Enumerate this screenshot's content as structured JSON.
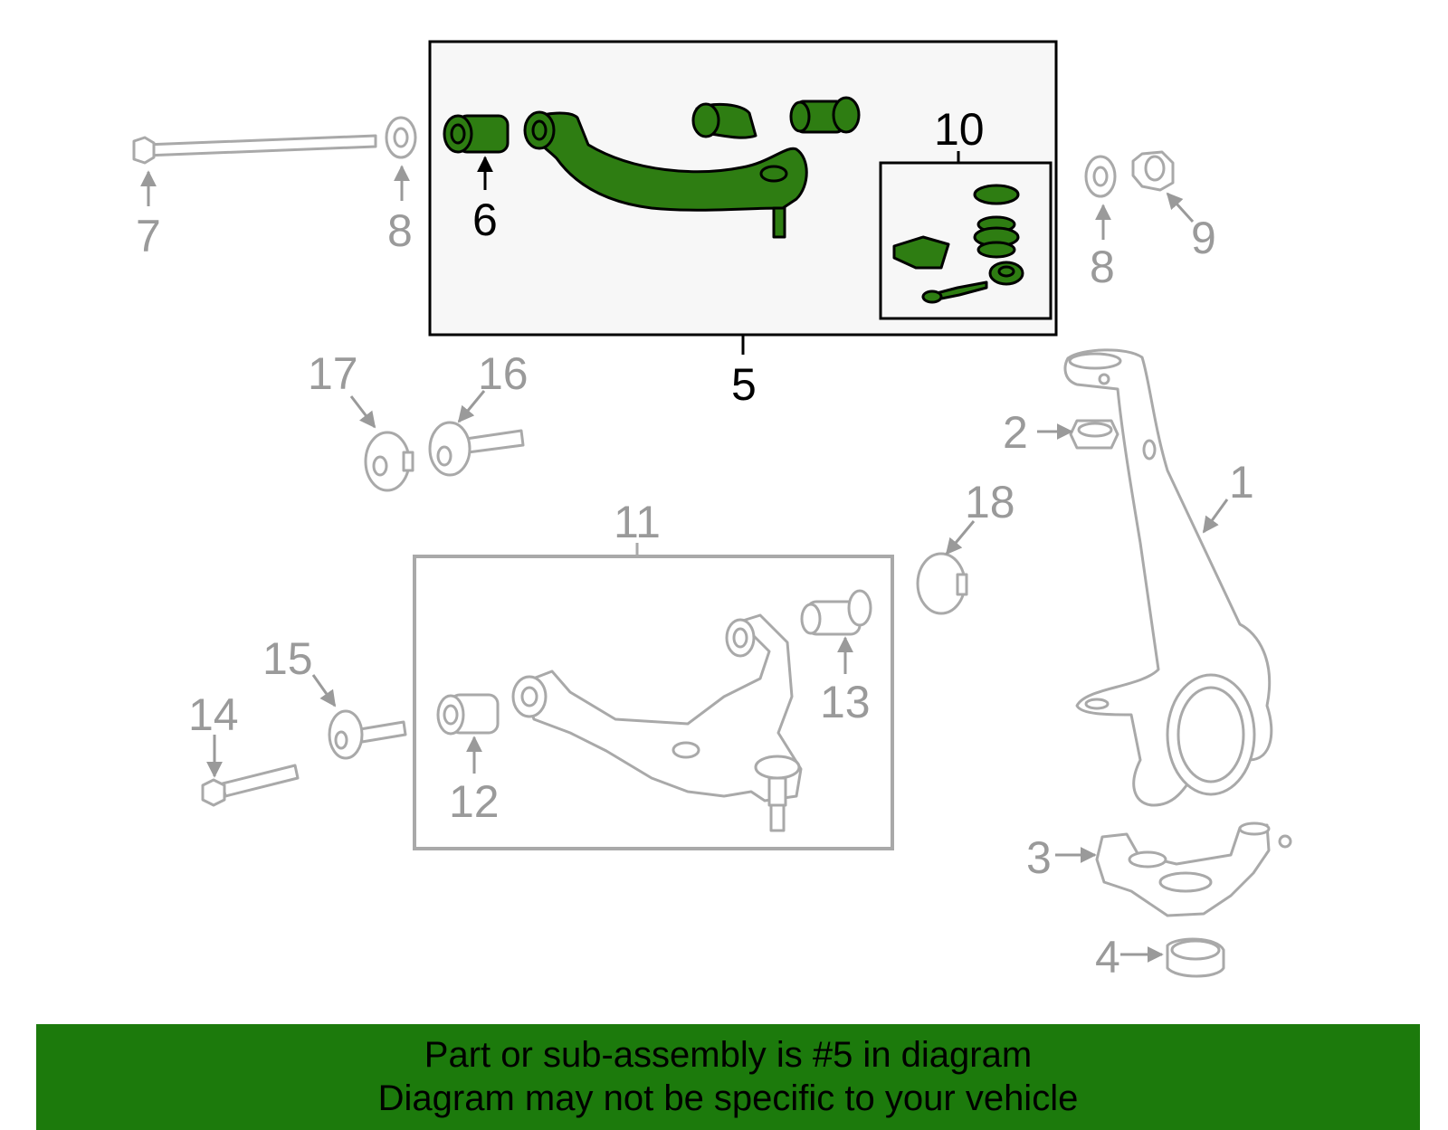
{
  "callouts": {
    "c1": "1",
    "c2": "2",
    "c3": "3",
    "c4": "4",
    "c5": "5",
    "c6": "6",
    "c7": "7",
    "c8a": "8",
    "c8b": "8",
    "c9": "9",
    "c10": "10",
    "c11": "11",
    "c12": "12",
    "c13": "13",
    "c14": "14",
    "c15": "15",
    "c16": "16",
    "c17": "17",
    "c18": "18"
  },
  "banner": {
    "line1": "Part or sub-assembly is #5 in diagram",
    "line2": "Diagram may not be specific to your vehicle"
  },
  "colors": {
    "highlight_part": "#2e7d12",
    "banner_background": "#1c7a0c",
    "callout_gray": "#9a9a9a",
    "callout_black": "#000000"
  }
}
